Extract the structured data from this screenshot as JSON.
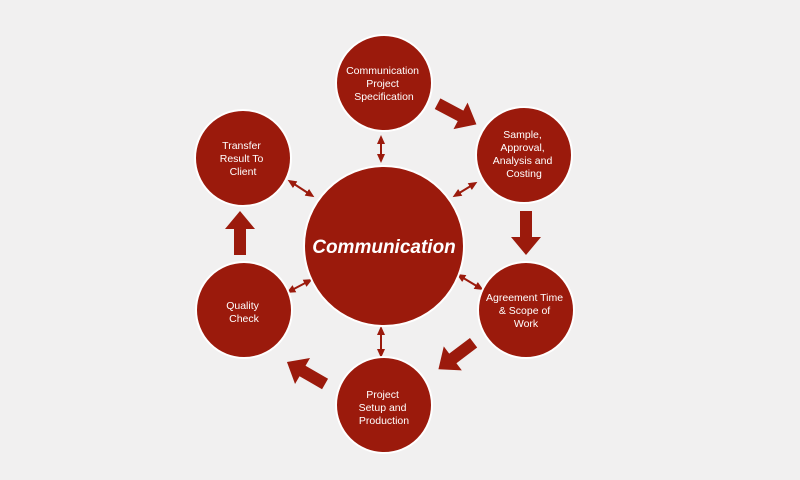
{
  "colors": {
    "background": "#f1f0f0",
    "node_fill": "#9b1a0c",
    "node_stroke": "#ffffff",
    "arrow": "#9b1a0c",
    "connector": "#9b1a0c"
  },
  "center": {
    "label": "Communication"
  },
  "nodes": [
    {
      "id": "spec",
      "lines": [
        "Communication",
        "Project",
        "Specification"
      ]
    },
    {
      "id": "sample",
      "lines": [
        "Sample,",
        "Approval,",
        "Analysis and",
        "Costing"
      ]
    },
    {
      "id": "agreement",
      "lines": [
        "Agreement Time",
        "& Scope of",
        "Work"
      ]
    },
    {
      "id": "setup",
      "lines": [
        "Project",
        "Setup and",
        "Production"
      ]
    },
    {
      "id": "quality",
      "lines": [
        "Quality",
        "Check"
      ]
    },
    {
      "id": "transfer",
      "lines": [
        "Transfer",
        "Result To",
        "Client"
      ]
    }
  ]
}
